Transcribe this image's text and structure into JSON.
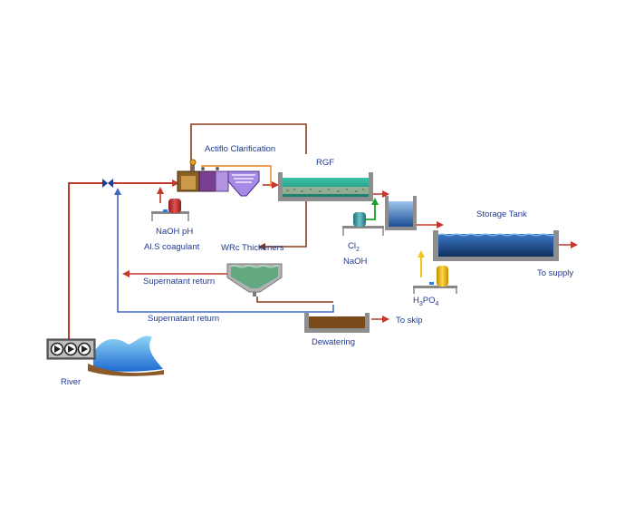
{
  "labels": {
    "actiflo": "Actiflo Clarification",
    "rgf": "RGF",
    "storage_tank": "Storage Tank",
    "to_supply": "To supply",
    "naoh_ph": "NaOH pH",
    "als_coagulant": "Al.S coagulant",
    "wrc_thickeners": "WRc Thickeners",
    "supernatant_return_1": "Supernatant return",
    "supernatant_return_2": "Supernatant return",
    "cl2_main": "Cl",
    "cl2_sub": "2",
    "naoh": "NaOH",
    "h3po4_a": "H",
    "h3po4_b": "3",
    "h3po4_c": "PO",
    "h3po4_d": "4",
    "dewatering": "Dewatering",
    "to_skip": "To skip",
    "river": "River"
  },
  "colors": {
    "label_text": "#1f3a93",
    "raw_water_line": "#c0392b",
    "return_line": "#4169c8",
    "sludge_line": "#8b3a1a",
    "chlorine_line": "#16a02e",
    "phosphate_line": "#f0c419",
    "water": "#1f5fa8",
    "filter_green": "#2aa88f",
    "sludge": "#7a4a1a"
  },
  "icons": {
    "river_pump": "triple-pump-icon",
    "valve": "bowtie-valve-icon",
    "dosing_tank": "cylinder-dosing-tank-icon"
  }
}
